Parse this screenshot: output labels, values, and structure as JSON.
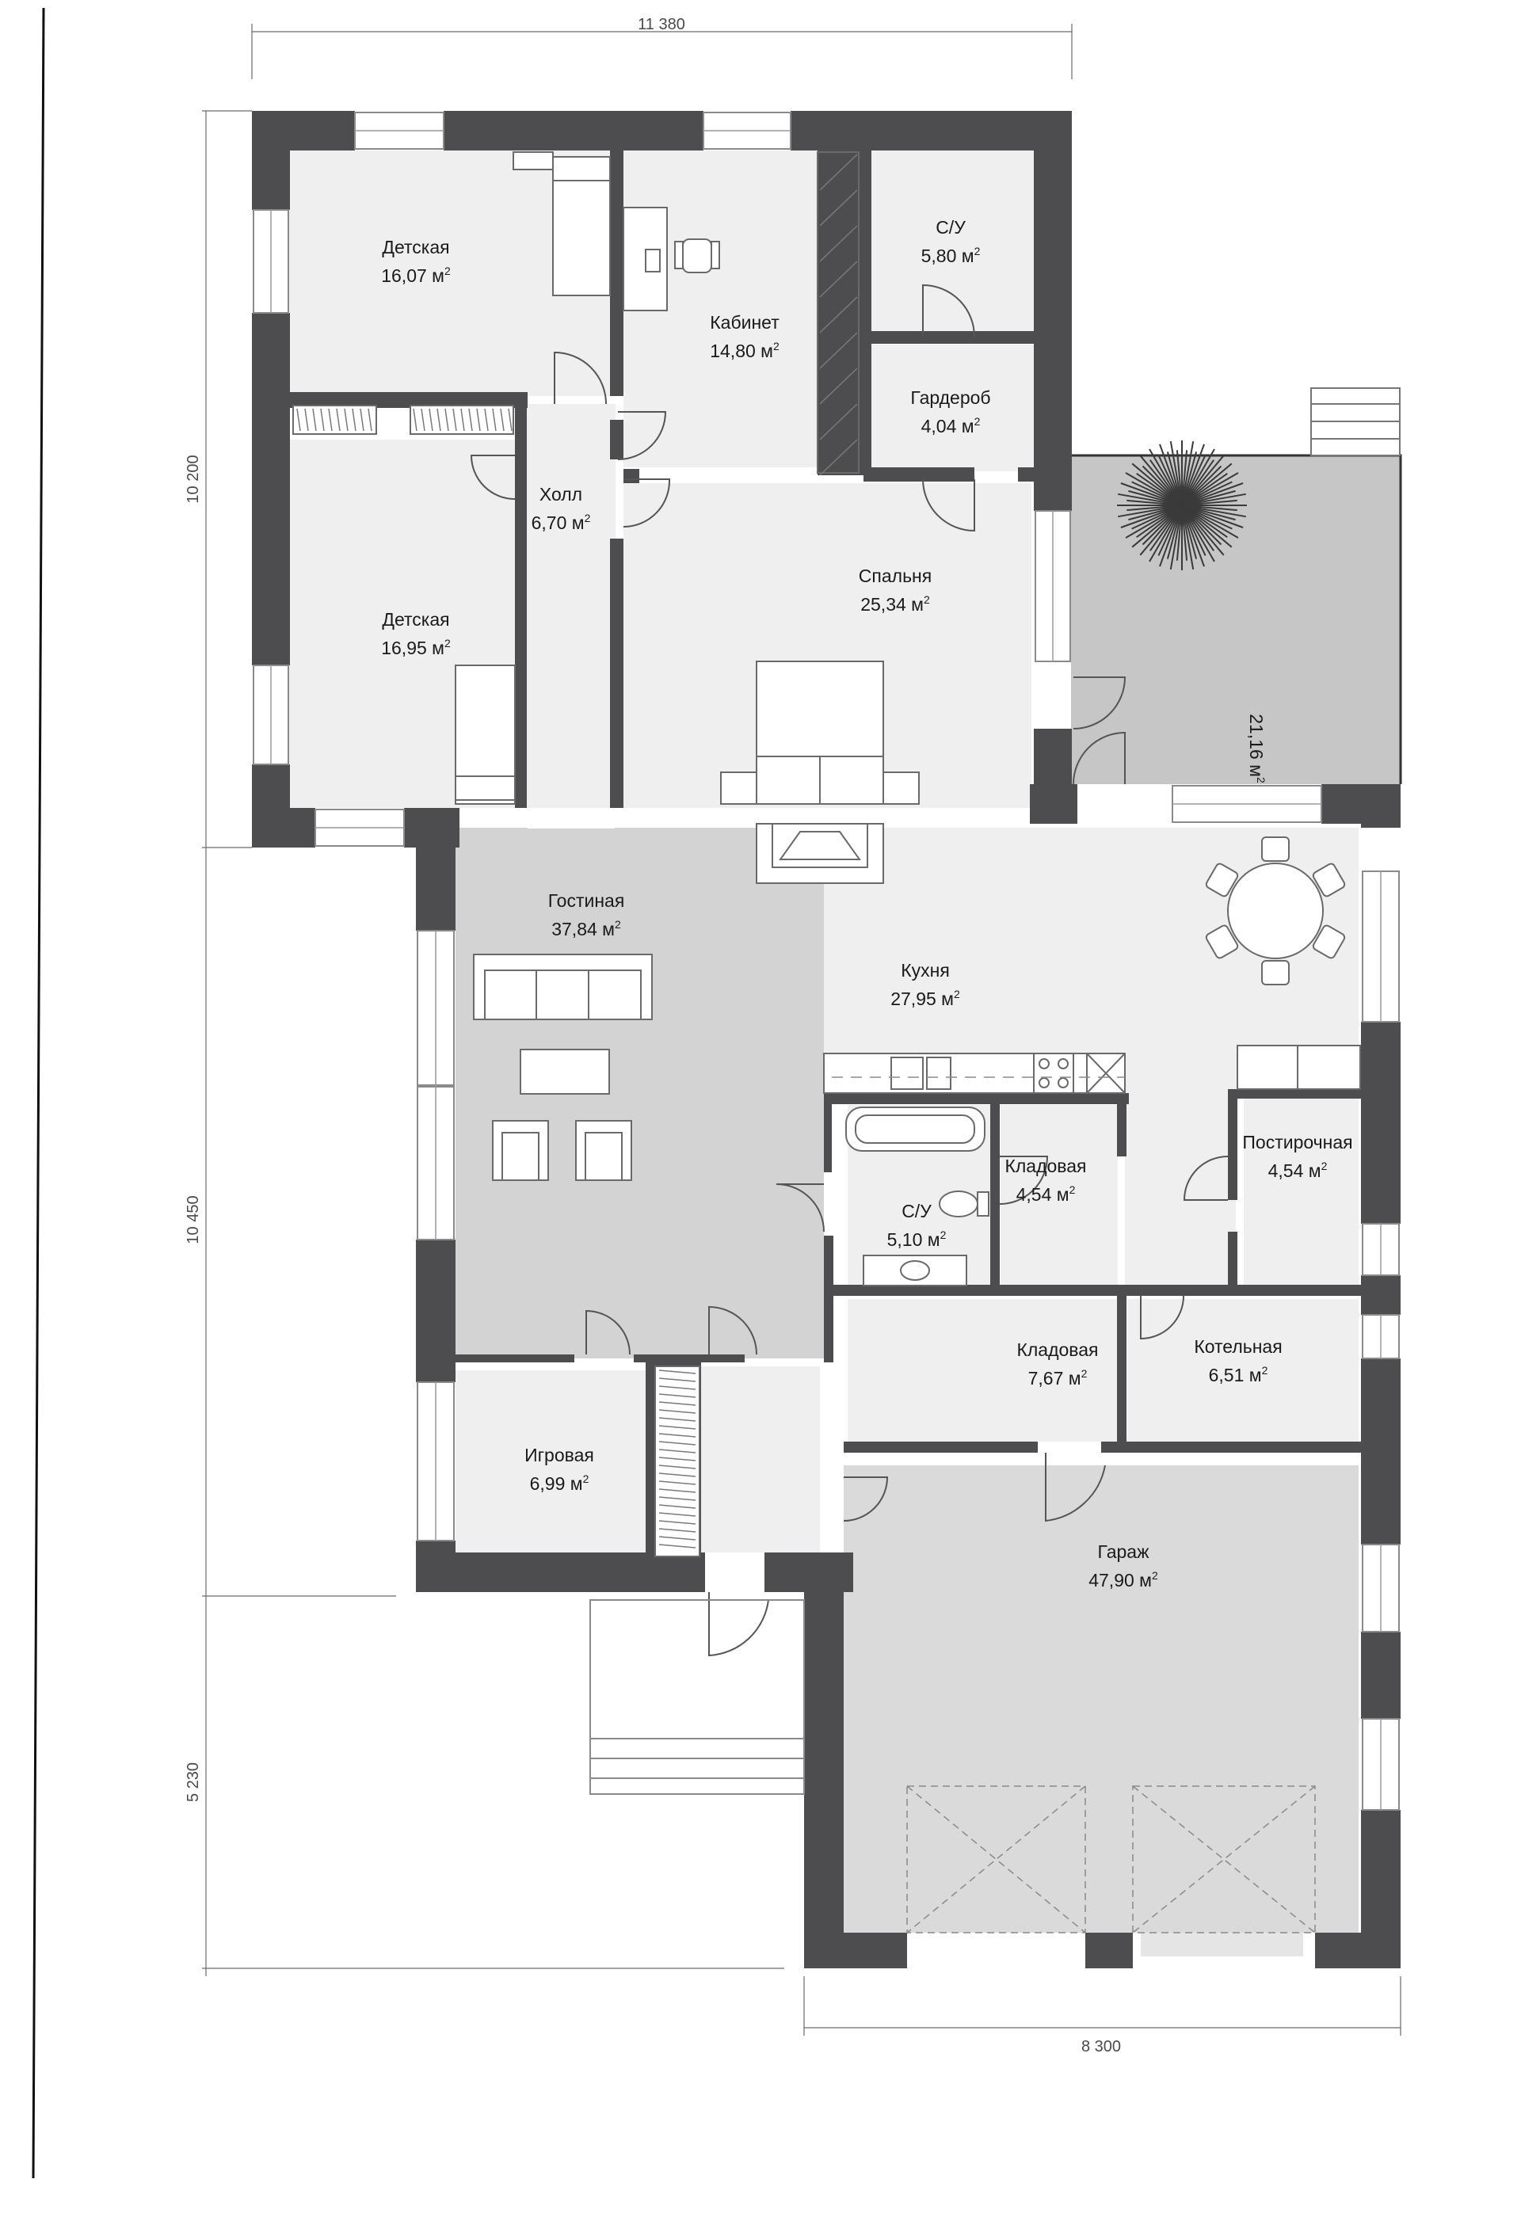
{
  "dimensions": {
    "top": "11 380",
    "bottom": "8 300",
    "left_upper": "10 200",
    "left_middle": "10 450",
    "left_lower": "5 230"
  },
  "area_unit": "м",
  "area_exponent": "2",
  "rooms": [
    {
      "id": "detskaya1",
      "name": "Детская",
      "area": "16,07"
    },
    {
      "id": "kabinet",
      "name": "Кабинет",
      "area": "14,80"
    },
    {
      "id": "su1",
      "name": "С/У",
      "area": "5,80"
    },
    {
      "id": "garderob",
      "name": "Гардероб",
      "area": "4,04"
    },
    {
      "id": "holl",
      "name": "Холл",
      "area": "6,70"
    },
    {
      "id": "spalnya",
      "name": "Спальня",
      "area": "25,34"
    },
    {
      "id": "detskaya2",
      "name": "Детская",
      "area": "16,95"
    },
    {
      "id": "terrace",
      "name": "",
      "area": "21,16"
    },
    {
      "id": "gostinaya",
      "name": "Гостиная",
      "area": "37,84"
    },
    {
      "id": "kuhnya",
      "name": "Кухня",
      "area": "27,95"
    },
    {
      "id": "kladovaya1",
      "name": "Кладовая",
      "area": "4,54"
    },
    {
      "id": "postirochnaya",
      "name": "Постирочная",
      "area": "4,54"
    },
    {
      "id": "su2",
      "name": "С/У",
      "area": "5,10"
    },
    {
      "id": "kladovaya2",
      "name": "Кладовая",
      "area": "7,67"
    },
    {
      "id": "kotelnaya",
      "name": "Котельная",
      "area": "6,51"
    },
    {
      "id": "igrovaya",
      "name": "Игровая",
      "area": "6,99"
    },
    {
      "id": "garazh",
      "name": "Гараж",
      "area": "47,90"
    }
  ],
  "colors": {
    "wall": "#4d4d4f",
    "room_light": "#efefef",
    "room_mid": "#d3d3d3",
    "terrace": "#c6c6c6",
    "line": "#555555"
  }
}
